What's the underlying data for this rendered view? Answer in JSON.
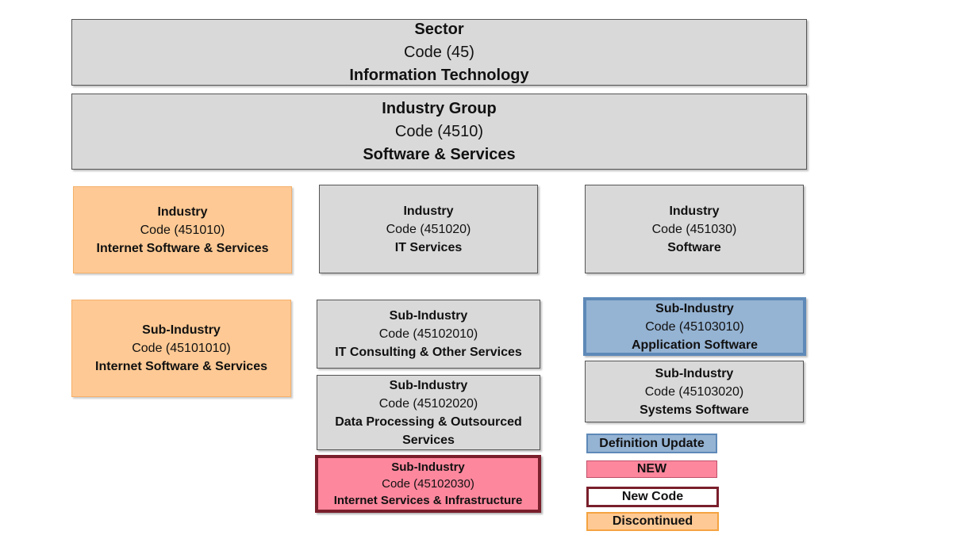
{
  "sector": {
    "label": "Sector",
    "code": "Code (45)",
    "name": "Information Technology"
  },
  "industry_group": {
    "label": "Industry Group",
    "code": "Code (4510)",
    "name": "Software & Services"
  },
  "industries": [
    {
      "label": "Industry",
      "code": "Code (451010)",
      "name": "Internet Software & Services",
      "status": "Discontinued"
    },
    {
      "label": "Industry",
      "code": "Code (451020)",
      "name": "IT Services"
    },
    {
      "label": "Industry",
      "code": "Code (451030)",
      "name": "Software"
    }
  ],
  "sub_industries": [
    {
      "label": "Sub-Industry",
      "code": "Code (45101010)",
      "name": "Internet Software & Services",
      "status": "Discontinued"
    },
    {
      "label": "Sub-Industry",
      "code": "Code (45102010)",
      "name": "IT Consulting & Other Services"
    },
    {
      "label": "Sub-Industry",
      "code": "Code (45102020)",
      "name": "Data Processing & Outsourced Services"
    },
    {
      "label": "Sub-Industry",
      "code": "Code (45102030)",
      "name": "Internet Services & Infrastructure",
      "status": "NEW / New Code"
    },
    {
      "label": "Sub-Industry",
      "code": "Code (45103010)",
      "name": "Application Software",
      "status": "Definition Update"
    },
    {
      "label": "Sub-Industry",
      "code": "Code (45103020)",
      "name": "Systems Software"
    }
  ],
  "legend": [
    {
      "label": "Definition Update",
      "color": "#95b3d3",
      "border": "#5e89b8"
    },
    {
      "label": "NEW",
      "color": "#fd879d",
      "border": "#c0506a"
    },
    {
      "label": "New Code",
      "color": "#ffffff",
      "border": "#7a1f2c"
    },
    {
      "label": "Discontinued",
      "color": "#fec994",
      "border": "#f4a340"
    }
  ]
}
